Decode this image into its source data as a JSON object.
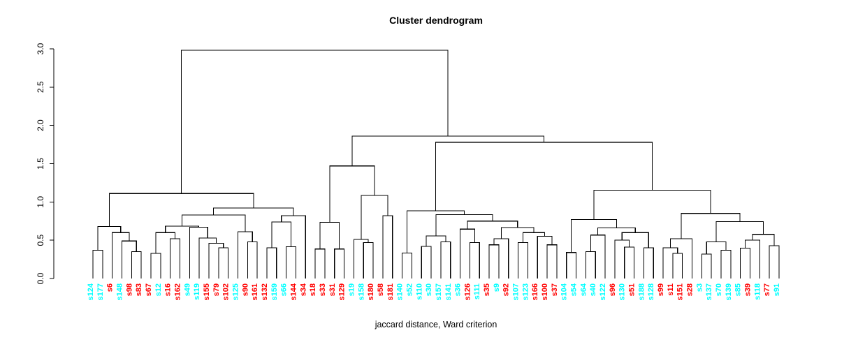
{
  "title": "Cluster dendrogram",
  "xlabel": "jaccard distance, Ward criterion",
  "chart_data": {
    "type": "dendrogram",
    "ylim": [
      0.0,
      3.0
    ],
    "yticks": [
      {
        "label": "0.0",
        "value": 0.0
      },
      {
        "label": "0.5",
        "value": 0.5
      },
      {
        "label": "1.0",
        "value": 1.0
      },
      {
        "label": "1.5",
        "value": 1.5
      },
      {
        "label": "2.0",
        "value": 2.0
      },
      {
        "label": "2.5",
        "value": 2.5
      },
      {
        "label": "3.0",
        "value": 3.0
      }
    ],
    "line_color": "#000000",
    "cluster_colors": {
      "red": "#FF0000",
      "cyan": "#00FFFF"
    },
    "leaves": [
      {
        "label": "s124",
        "color": "#00FFFF"
      },
      {
        "label": "s177",
        "color": "#00FFFF"
      },
      {
        "label": "s6",
        "color": "#FF0000"
      },
      {
        "label": "s148",
        "color": "#00FFFF"
      },
      {
        "label": "s98",
        "color": "#FF0000"
      },
      {
        "label": "s83",
        "color": "#FF0000"
      },
      {
        "label": "s67",
        "color": "#FF0000"
      },
      {
        "label": "s12",
        "color": "#00FFFF"
      },
      {
        "label": "s16",
        "color": "#FF0000"
      },
      {
        "label": "s162",
        "color": "#FF0000"
      },
      {
        "label": "s49",
        "color": "#00FFFF"
      },
      {
        "label": "s119",
        "color": "#00FFFF"
      },
      {
        "label": "s155",
        "color": "#FF0000"
      },
      {
        "label": "s79",
        "color": "#FF0000"
      },
      {
        "label": "s102",
        "color": "#FF0000"
      },
      {
        "label": "s125",
        "color": "#00FFFF"
      },
      {
        "label": "s90",
        "color": "#FF0000"
      },
      {
        "label": "s161",
        "color": "#FF0000"
      },
      {
        "label": "s132",
        "color": "#FF0000"
      },
      {
        "label": "s159",
        "color": "#00FFFF"
      },
      {
        "label": "s66",
        "color": "#00FFFF"
      },
      {
        "label": "s144",
        "color": "#FF0000"
      },
      {
        "label": "s34",
        "color": "#FF0000"
      },
      {
        "label": "s18",
        "color": "#FF0000"
      },
      {
        "label": "s33",
        "color": "#FF0000"
      },
      {
        "label": "s31",
        "color": "#FF0000"
      },
      {
        "label": "s129",
        "color": "#FF0000"
      },
      {
        "label": "s19",
        "color": "#00FFFF"
      },
      {
        "label": "s158",
        "color": "#00FFFF"
      },
      {
        "label": "s180",
        "color": "#FF0000"
      },
      {
        "label": "s58",
        "color": "#FF0000"
      },
      {
        "label": "s181",
        "color": "#FF0000"
      },
      {
        "label": "s140",
        "color": "#00FFFF"
      },
      {
        "label": "s52",
        "color": "#00FFFF"
      },
      {
        "label": "s110",
        "color": "#00FFFF"
      },
      {
        "label": "s30",
        "color": "#00FFFF"
      },
      {
        "label": "s157",
        "color": "#00FFFF"
      },
      {
        "label": "s141",
        "color": "#00FFFF"
      },
      {
        "label": "s36",
        "color": "#00FFFF"
      },
      {
        "label": "s126",
        "color": "#FF0000"
      },
      {
        "label": "s111",
        "color": "#00FFFF"
      },
      {
        "label": "s35",
        "color": "#FF0000"
      },
      {
        "label": "s9",
        "color": "#00FFFF"
      },
      {
        "label": "s92",
        "color": "#FF0000"
      },
      {
        "label": "s107",
        "color": "#00FFFF"
      },
      {
        "label": "s123",
        "color": "#00FFFF"
      },
      {
        "label": "s166",
        "color": "#FF0000"
      },
      {
        "label": "s100",
        "color": "#FF0000"
      },
      {
        "label": "s37",
        "color": "#FF0000"
      },
      {
        "label": "s104",
        "color": "#00FFFF"
      },
      {
        "label": "s54",
        "color": "#00FFFF"
      },
      {
        "label": "s64",
        "color": "#00FFFF"
      },
      {
        "label": "s40",
        "color": "#00FFFF"
      },
      {
        "label": "s122",
        "color": "#00FFFF"
      },
      {
        "label": "s96",
        "color": "#FF0000"
      },
      {
        "label": "s130",
        "color": "#00FFFF"
      },
      {
        "label": "s51",
        "color": "#FF0000"
      },
      {
        "label": "s188",
        "color": "#00FFFF"
      },
      {
        "label": "s128",
        "color": "#00FFFF"
      },
      {
        "label": "s99",
        "color": "#FF0000"
      },
      {
        "label": "s11",
        "color": "#FF0000"
      },
      {
        "label": "s151",
        "color": "#FF0000"
      },
      {
        "label": "s28",
        "color": "#FF0000"
      },
      {
        "label": "s3",
        "color": "#00FFFF"
      },
      {
        "label": "s137",
        "color": "#00FFFF"
      },
      {
        "label": "s70",
        "color": "#00FFFF"
      },
      {
        "label": "s139",
        "color": "#00FFFF"
      },
      {
        "label": "s85",
        "color": "#00FFFF"
      },
      {
        "label": "s39",
        "color": "#FF0000"
      },
      {
        "label": "s118",
        "color": "#00FFFF"
      },
      {
        "label": "s77",
        "color": "#FF0000"
      },
      {
        "label": "s91",
        "color": "#00FFFF"
      }
    ],
    "tree": [
      2.98,
      [
        1.11,
        [
          0.68,
          [
            0.37,
            "s124",
            "s177"
          ],
          [
            0.6,
            "s6",
            [
              0.49,
              "s148",
              [
                0.35,
                "s98",
                "s83"
              ]
            ]
          ]
        ],
        [
          0.92,
          [
            0.83,
            [
              0.685,
              [
                0.6,
                [
                  0.33,
                  "s67",
                  "s12"
                ],
                [
                  0.52,
                  "s16",
                  "s162"
                ]
              ],
              [
                0.672,
                "s49",
                [
                  0.53,
                  "s119",
                  [
                    0.46,
                    "s155",
                    [
                      0.4,
                      "s79",
                      "s102"
                    ]
                  ]
                ]
              ]
            ],
            [
              0.61,
              "s125",
              [
                0.477,
                "s90",
                "s161"
              ]
            ]
          ],
          [
            0.82,
            [
              0.74,
              [
                0.4,
                "s132",
                "s159"
              ],
              [
                0.415,
                "s66",
                "s144"
              ]
            ],
            "s34"
          ]
        ]
      ],
      [
        1.86,
        [
          1.47,
          [
            0.735,
            [
              0.385,
              "s18",
              "s33"
            ],
            [
              0.385,
              "s31",
              "s129"
            ]
          ],
          [
            1.085,
            [
              0.51,
              "s19",
              [
                0.47,
                "s158",
                "s180"
              ]
            ],
            [
              0.82,
              "s58",
              "s181"
            ]
          ]
        ],
        [
          1.78,
          [
            0.885,
            [
              0.334,
              "s140",
              "s52"
            ],
            [
              0.835,
              [
                0.555,
                [
                  0.42,
                  "s110",
                  "s30"
                ],
                [
                  0.48,
                  "s157",
                  "s141"
                ]
              ],
              [
                0.75,
                [
                  0.645,
                  "s36",
                  [
                    0.47,
                    "s126",
                    "s111"
                  ]
                ],
                [
                  0.665,
                  [
                    0.52,
                    [
                      0.44,
                      "s35",
                      "s9"
                    ],
                    "s92"
                  ],
                  [
                    0.6,
                    [
                      0.47,
                      "s107",
                      "s123"
                    ],
                    [
                      0.55,
                      "s166",
                      [
                        0.44,
                        "s100",
                        "s37"
                      ]
                    ]
                  ]
                ]
              ]
            ]
          ],
          [
            1.155,
            [
              0.772,
              [
                0.34,
                "s104",
                "s54"
              ],
              [
                0.66,
                [
                  0.568,
                  [
                    0.35,
                    "s64",
                    "s40"
                  ],
                  "s122"
                ],
                [
                  0.6,
                  [
                    0.5,
                    "s96",
                    [
                      0.41,
                      "s130",
                      "s51"
                    ]
                  ],
                  [
                    0.4,
                    "s188",
                    "s128"
                  ]
                ]
              ]
            ],
            [
              0.85,
              [
                0.52,
                [
                  0.4,
                  "s99",
                  [
                    0.33,
                    "s11",
                    "s151"
                  ]
                ],
                "s28"
              ],
              [
                0.745,
                [
                  0.477,
                  [
                    0.32,
                    "s3",
                    "s137"
                  ],
                  [
                    0.37,
                    "s70",
                    "s139"
                  ]
                ],
                [
                  0.577,
                  [
                    0.5,
                    [
                      0.395,
                      "s85",
                      "s39"
                    ],
                    "s118"
                  ],
                  [
                    0.43,
                    "s77",
                    "s91"
                  ]
                ]
              ]
            ]
          ]
        ]
      ]
    ]
  }
}
